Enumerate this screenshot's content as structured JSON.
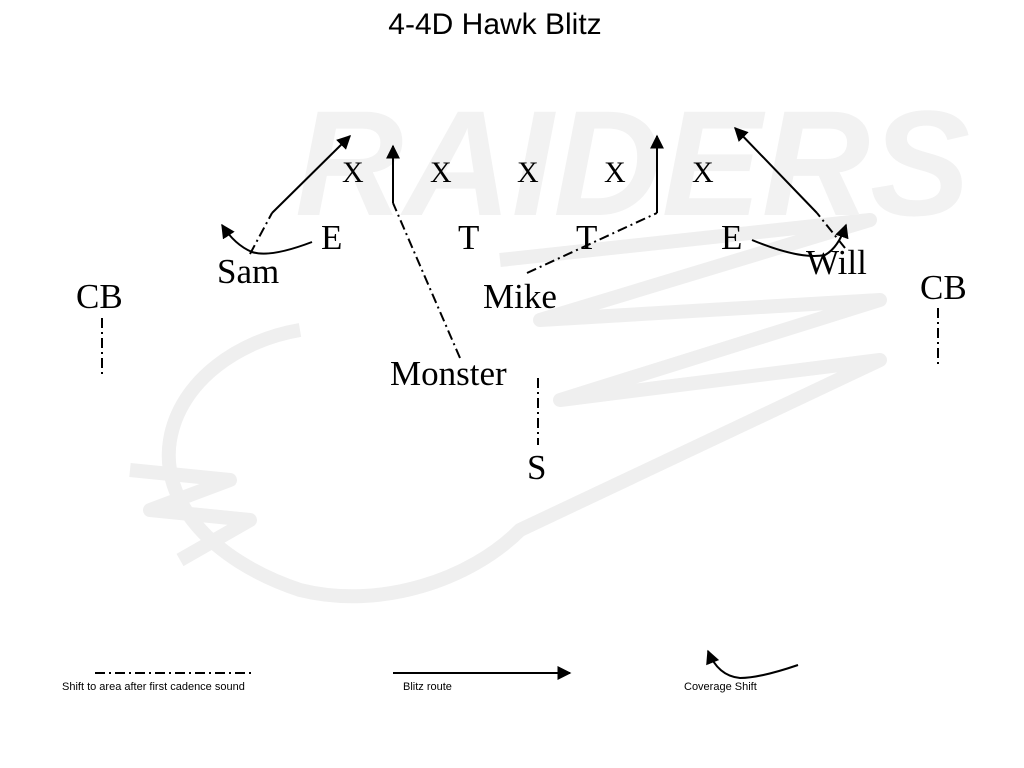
{
  "title": "4-4D Hawk Blitz",
  "watermark": {
    "text": "RAIDERS",
    "color": "#f2f2f2"
  },
  "colors": {
    "ink": "#000000",
    "background": "#ffffff"
  },
  "offense": [
    "X",
    "X",
    "X",
    "X",
    "X"
  ],
  "defense": {
    "left_end": "E",
    "left_tackle": "T",
    "right_tackle": "T",
    "right_end": "E",
    "sam": "Sam",
    "mike": "Mike",
    "will": "Will",
    "left_cb": "CB",
    "right_cb": "CB",
    "monster": "Monster",
    "safety": "S"
  },
  "legend": {
    "shift": "Shift to area after first cadence sound",
    "blitz": "Blitz route",
    "coverage": "Coverage Shift"
  }
}
